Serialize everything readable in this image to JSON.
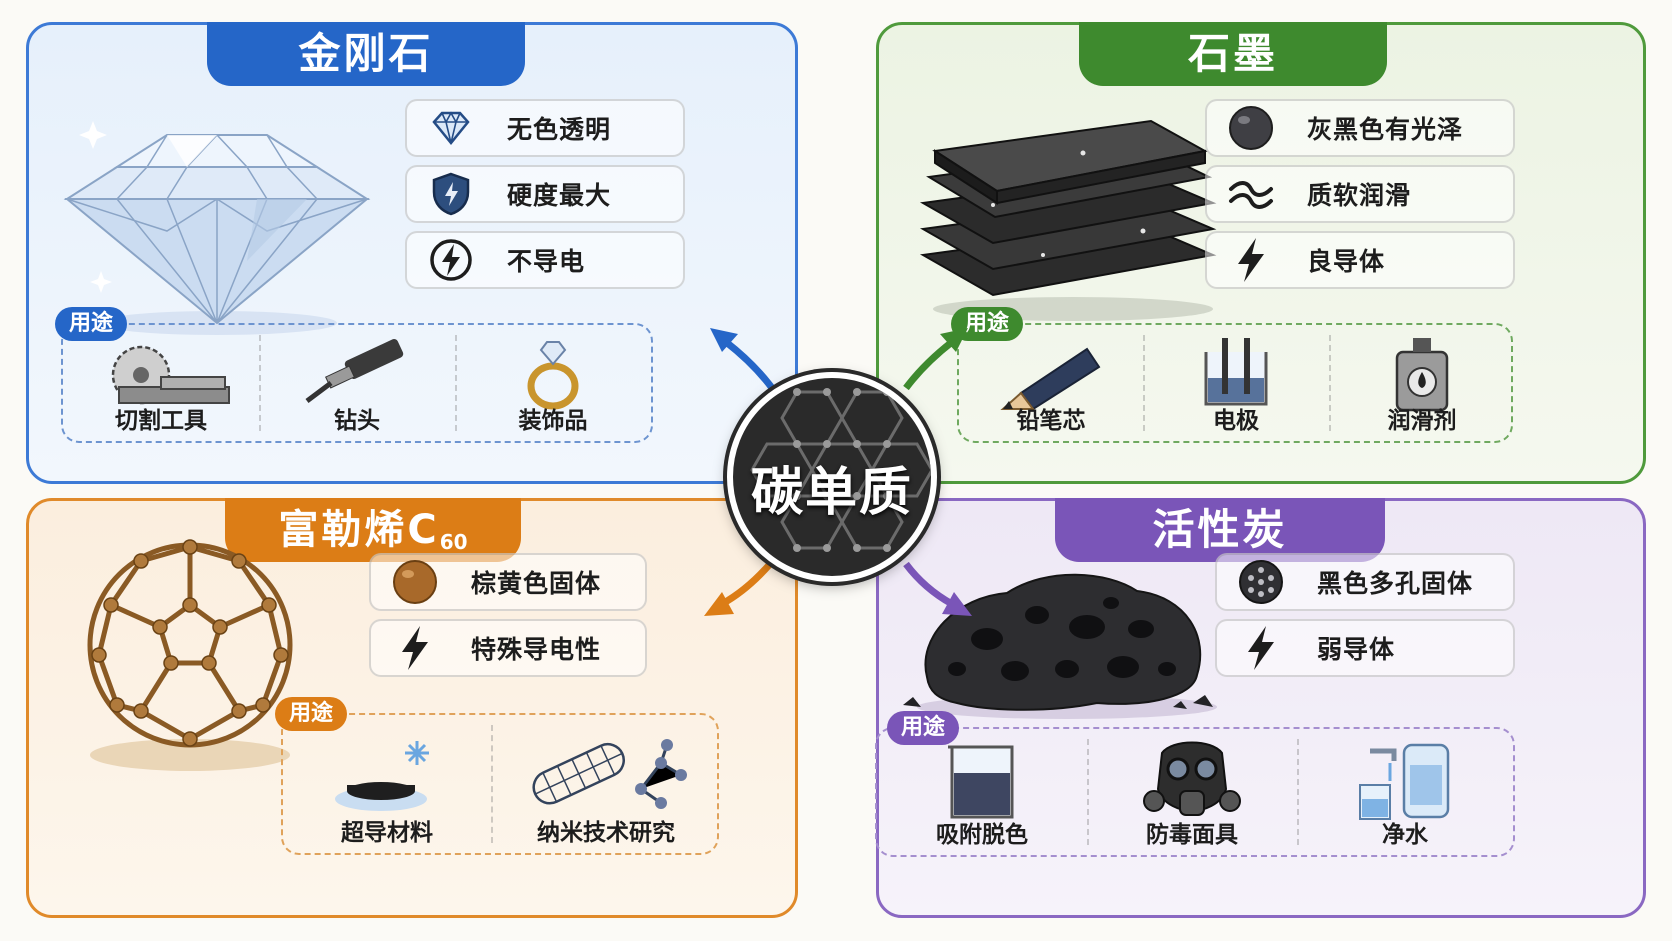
{
  "center": {
    "title": "碳单质"
  },
  "diamond": {
    "title": "金刚石",
    "properties": [
      {
        "icon": "diamond-icon",
        "text": "无色透明"
      },
      {
        "icon": "shield-icon",
        "text": "硬度最大"
      },
      {
        "icon": "no-electricity-icon",
        "text": "不导电"
      }
    ],
    "uses_label": "用途",
    "uses": [
      {
        "icon": "saw-cutting-tool-icon",
        "text": "切割工具"
      },
      {
        "icon": "drill-bit-icon",
        "text": "钻头"
      },
      {
        "icon": "diamond-ring-icon",
        "text": "装饰品"
      }
    ]
  },
  "graphite": {
    "title": "石墨",
    "properties": [
      {
        "icon": "dark-gray-dot-icon",
        "text": "灰黑色有光泽"
      },
      {
        "icon": "wave-icon",
        "text": "质软润滑"
      },
      {
        "icon": "lightning-icon",
        "text": "良导体"
      }
    ],
    "uses_label": "用途",
    "uses": [
      {
        "icon": "pencil-icon",
        "text": "铅笔芯"
      },
      {
        "icon": "electrode-beaker-icon",
        "text": "电极"
      },
      {
        "icon": "lubricant-can-icon",
        "text": "润滑剂"
      }
    ]
  },
  "fullerene": {
    "title": "富勒烯C",
    "title_sub": "60",
    "properties": [
      {
        "icon": "brown-dot-icon",
        "text": "棕黄色固体"
      },
      {
        "icon": "lightning-icon",
        "text": "特殊导电性"
      }
    ],
    "uses_label": "用途",
    "uses": [
      {
        "icon": "superconductor-icon",
        "text": "超导材料"
      },
      {
        "icon": "nanotube-icon",
        "text": "纳米技术研究"
      }
    ]
  },
  "activated_carbon": {
    "title": "活性炭",
    "properties": [
      {
        "icon": "porous-dot-icon",
        "text": "黑色多孔固体"
      },
      {
        "icon": "lightning-icon",
        "text": "弱导体"
      }
    ],
    "uses_label": "用途",
    "uses": [
      {
        "icon": "beaker-icon",
        "text": "吸附脱色"
      },
      {
        "icon": "gas-mask-icon",
        "text": "防毒面具"
      },
      {
        "icon": "water-filter-icon",
        "text": "净水"
      }
    ]
  },
  "colors": {
    "diamond": "#2566c8",
    "graphite": "#3e8a2e",
    "fullerene": "#dc7d16",
    "activated_carbon": "#7a55b8"
  }
}
